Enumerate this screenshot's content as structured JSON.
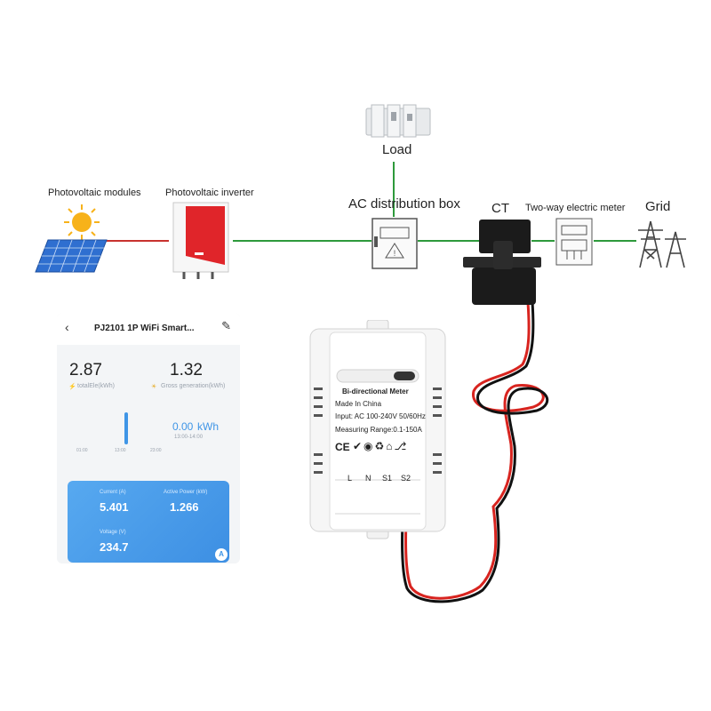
{
  "diagram": {
    "load_label": "Load",
    "pv_modules_label": "Photovoltaic modules",
    "pv_inverter_label": "Photovoltaic inverter",
    "ac_box_label": "AC distribution box",
    "ct_label": "CT",
    "two_way_meter_label": "Two-way electric meter",
    "grid_label": "Grid"
  },
  "phone_app": {
    "title": "PJ2101 1P WiFi Smart...",
    "total_ele_value": "2.87",
    "total_ele_label": "totalEle(kWh)",
    "gross_gen_value": "1.32",
    "gross_gen_label": "Gross generation(kWh)",
    "current_power_value": "0.00",
    "current_power_unit": "kWh",
    "time_range": "13:00-14:00",
    "axis_ticks": [
      "01:00",
      "13:00",
      "23:00"
    ],
    "current_label": "Current (A)",
    "current_value": "5.401",
    "active_power_label": "Active Power (kW)",
    "active_power_value": "1.266",
    "voltage_label": "Voltage (V)",
    "voltage_value": "234.7",
    "fab_label": "A"
  },
  "meter_device": {
    "title": "Bi-directional Meter",
    "made_in": "Made In China",
    "input": "Input: AC 100-240V 50/60Hz",
    "range": "Measuring Range:0.1-150A",
    "ce_mark": "CE",
    "terminals": [
      "L",
      "N",
      "S1",
      "S2"
    ]
  },
  "colors": {
    "ac_line": "#2e9a3c",
    "dc_line": "#c8322f",
    "inverter_red": "#e0252a",
    "solar_blue": "#2f6fd0",
    "sun_yellow": "#f7b21a",
    "app_blue": "#3f95e6",
    "wire_red": "#d8241f",
    "wire_black": "#111111"
  }
}
